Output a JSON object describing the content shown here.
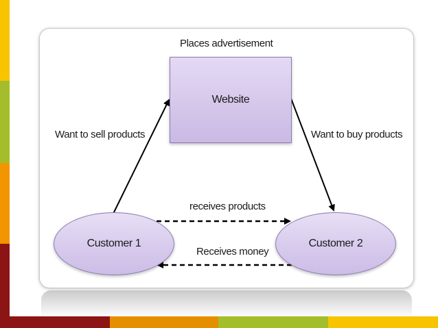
{
  "colors": {
    "left_bar": [
      "#f8c400",
      "#a3be2a",
      "#f29500",
      "#8c1414"
    ],
    "bottom_bar": [
      "#8c1414",
      "#e58f00",
      "#a3be2a",
      "#f8c400"
    ],
    "box_fill": "#d6c9ec",
    "box_border": "#8a7ab0"
  },
  "diagram": {
    "top_label": "Places advertisement",
    "website": "Website",
    "customer1": "Customer 1",
    "customer2": "Customer 2",
    "edge_left": "Want to sell products",
    "edge_right": "Want to buy products",
    "edge_middle_top": "receives products",
    "edge_middle_bottom": "Receives money"
  }
}
